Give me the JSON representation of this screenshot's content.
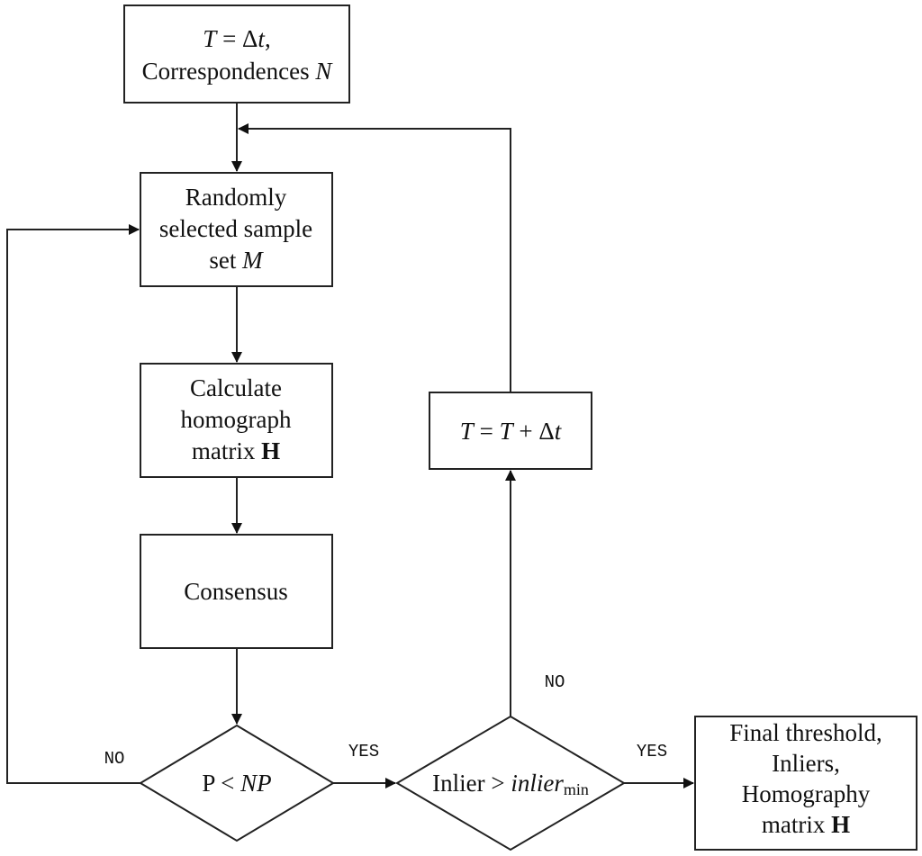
{
  "nodes": {
    "start": {
      "line1": {
        "var": "T",
        "eq": " = Δ",
        "var2": "t",
        "tail": ","
      },
      "line2": {
        "text": "Correspondences ",
        "var": "N"
      }
    },
    "sample": {
      "line1": "Randomly",
      "line2": "selected sample",
      "line3": {
        "text": "set ",
        "var": "M"
      }
    },
    "homograph": {
      "line1": "Calculate",
      "line2": "homograph",
      "line3": {
        "text": "matrix ",
        "bold": "H"
      }
    },
    "consensus": {
      "label": "Consensus"
    },
    "update": {
      "var1": "T",
      "eq": " =  ",
      "var2": "T",
      "plus": " +  Δ",
      "var3": "t"
    },
    "decision1": {
      "text": "P < ",
      "var": "NP"
    },
    "decision2": {
      "text": "Inlier > ",
      "var": "inlier",
      "sub": "min"
    },
    "final": {
      "line1": "Final threshold,",
      "line2": "Inliers,",
      "line3": "Homography",
      "line4": {
        "text": "matrix ",
        "bold": "H"
      }
    }
  },
  "edge_labels": {
    "decision1_no": "NO",
    "decision1_yes": "YES",
    "decision2_no": "NO",
    "decision2_yes": "YES"
  }
}
